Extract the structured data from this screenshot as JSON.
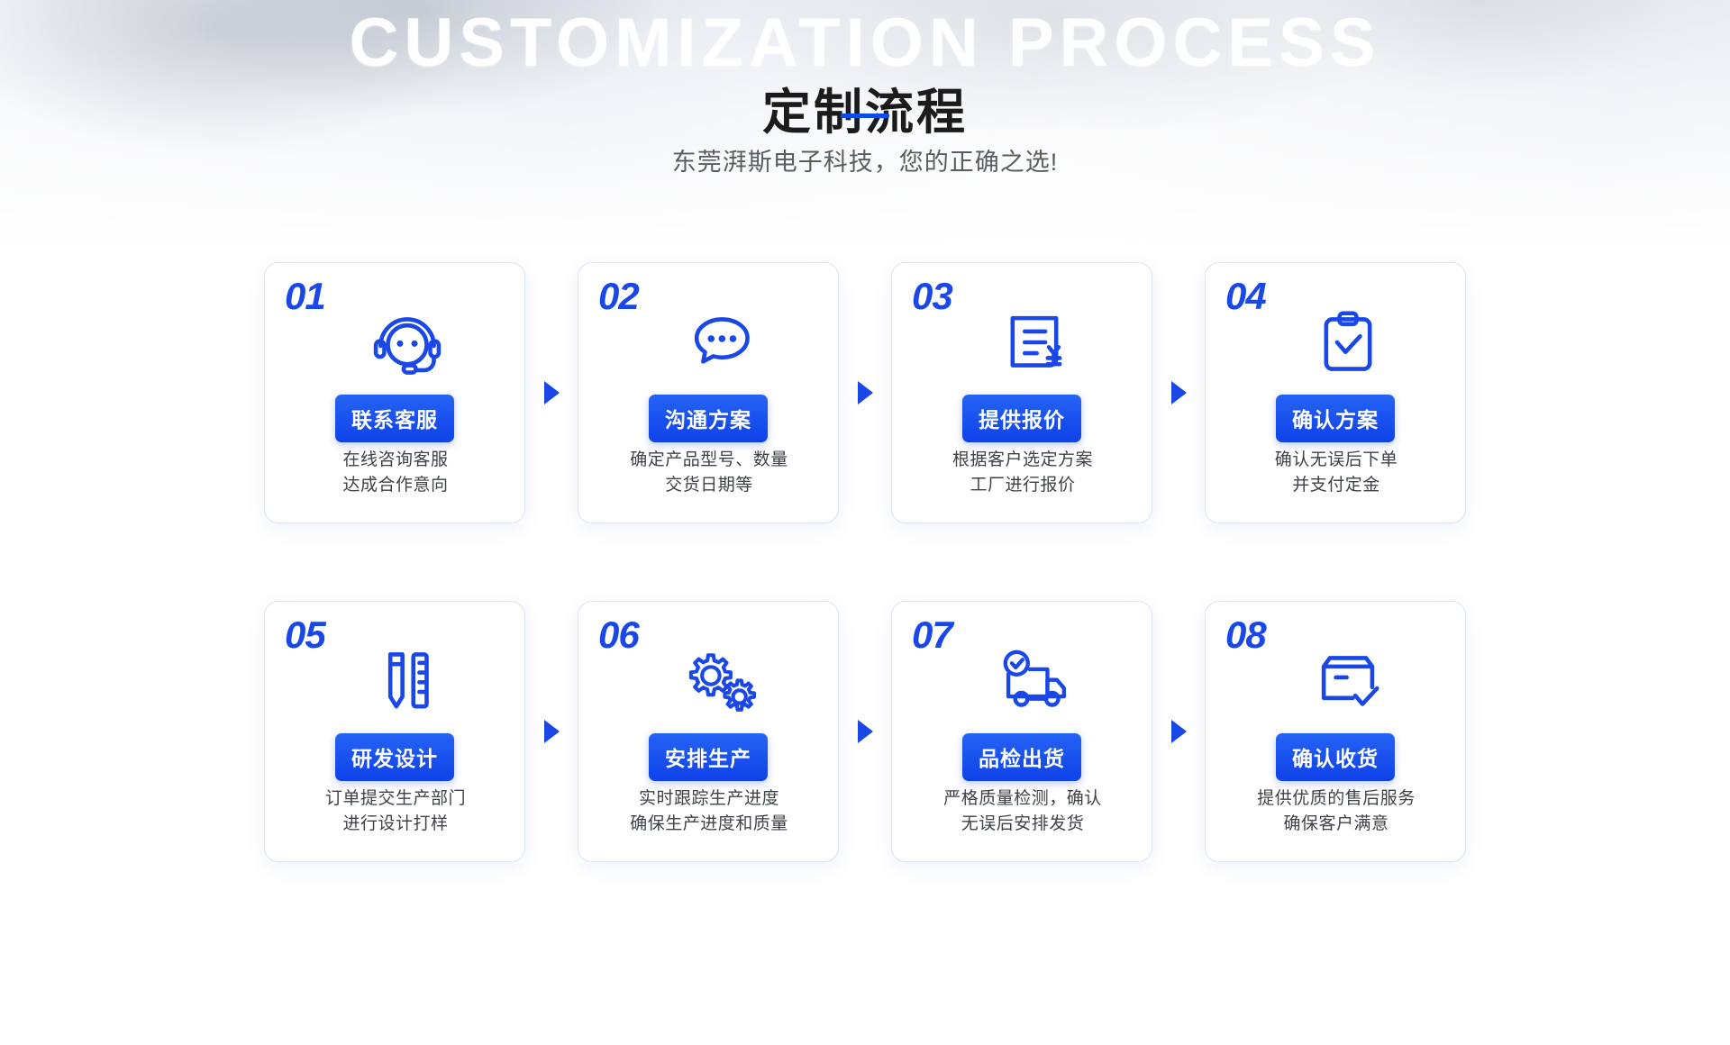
{
  "header": {
    "ghost_title": "CUSTOMIZATION PROCESS",
    "title": "定制流程",
    "subtitle": "东莞湃斯电子科技，您的正确之选!"
  },
  "theme": {
    "accent_blue": "#1a47e8",
    "pill_blue": "#0f41e8",
    "card_border": "#dbe4f5",
    "text_dark": "#1b1b1b",
    "text_body": "#3f4249",
    "subtitle_gray": "#585c63"
  },
  "steps": [
    {
      "number": "01",
      "icon": "headset-icon",
      "label": "联系客服",
      "desc_line1": "在线咨询客服",
      "desc_line2": "达成合作意向"
    },
    {
      "number": "02",
      "icon": "chat-bubble-icon",
      "label": "沟通方案",
      "desc_line1": "确定产品型号、数量",
      "desc_line2": "交货日期等"
    },
    {
      "number": "03",
      "icon": "invoice-yuan-icon",
      "label": "提供报价",
      "desc_line1": "根据客户选定方案",
      "desc_line2": "工厂进行报价"
    },
    {
      "number": "04",
      "icon": "clipboard-check-icon",
      "label": "确认方案",
      "desc_line1": "确认无误后下单",
      "desc_line2": "并支付定金"
    },
    {
      "number": "05",
      "icon": "pencil-ruler-icon",
      "label": "研发设计",
      "desc_line1": "订单提交生产部门",
      "desc_line2": "进行设计打样"
    },
    {
      "number": "06",
      "icon": "gears-icon",
      "label": "安排生产",
      "desc_line1": "实时跟踪生产进度",
      "desc_line2": "确保生产进度和质量"
    },
    {
      "number": "07",
      "icon": "delivery-truck-check-icon",
      "label": "品检出货",
      "desc_line1": "严格质量检测，确认",
      "desc_line2": "无误后安排发货"
    },
    {
      "number": "08",
      "icon": "box-check-icon",
      "label": "确认收货",
      "desc_line1": "提供优质的售后服务",
      "desc_line2": "确保客户满意"
    }
  ],
  "arrows": {
    "glyph": "play-triangle-right-icon",
    "count": 6
  }
}
